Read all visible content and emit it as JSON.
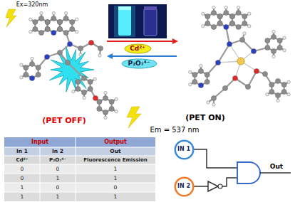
{
  "diagram": {
    "nodes": [
      {
        "text": [
          "Cd²⁺"
        ]
      },
      {
        "text": [
          "P₂O₇⁴⁻"
        ]
      },
      {
        "text": [
          "IN 1"
        ]
      },
      {
        "text": [
          "IN 2"
        ]
      }
    ],
    "labels": [
      "Ex=320nm",
      "(PET OFF)",
      "Em = 537 nm",
      "(PET ON)",
      "Input",
      "Output",
      "In 1",
      "In 2",
      "Out",
      "Cd²⁺",
      "P₂O₇⁴⁻",
      "Fluorescence Emission",
      "0",
      "0",
      "1",
      "0",
      "1",
      "1",
      "1",
      "0",
      "0",
      "1",
      "1",
      "1",
      "Out"
    ]
  }
}
